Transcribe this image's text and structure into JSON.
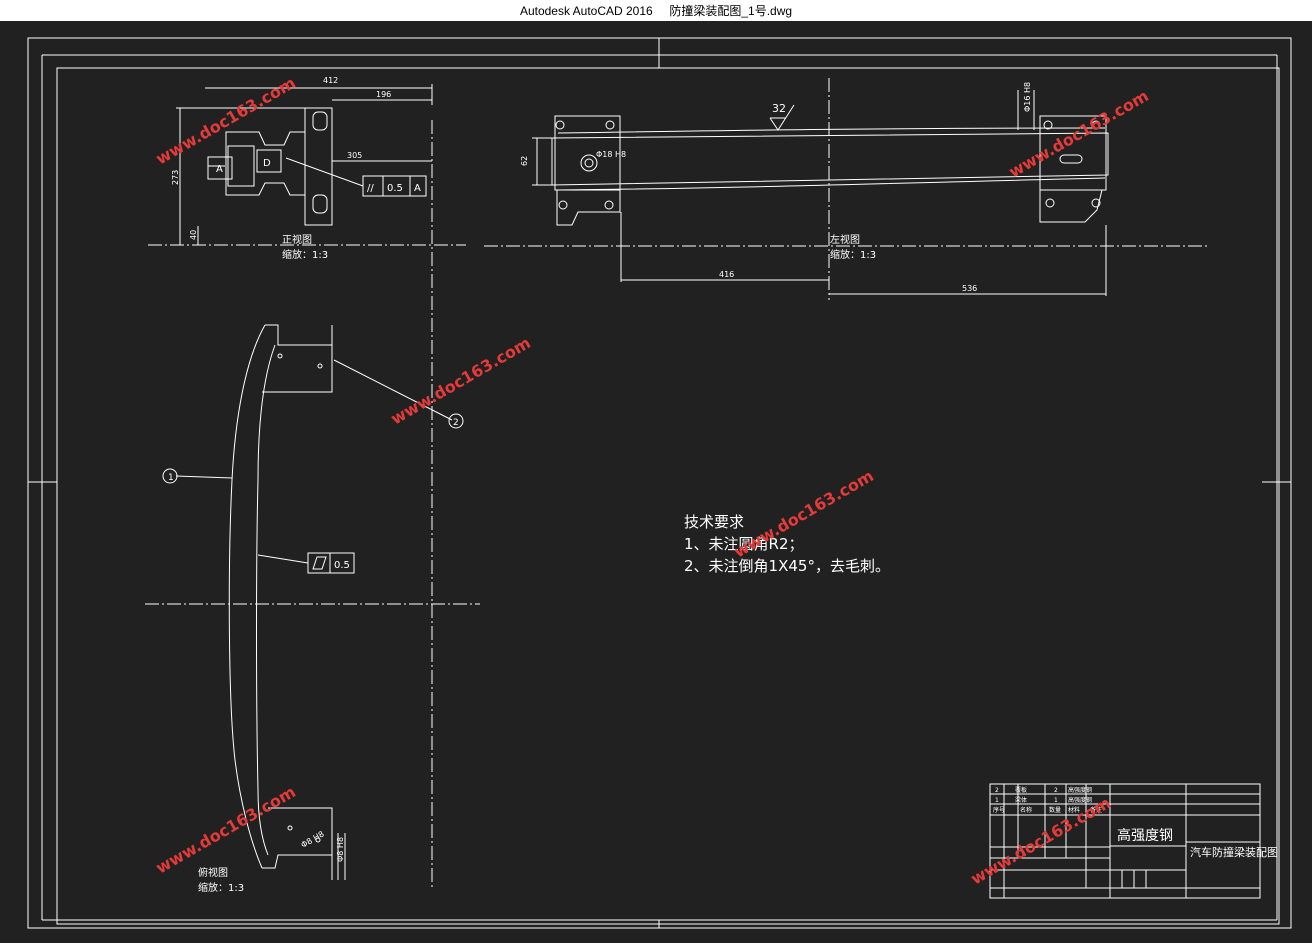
{
  "window": {
    "title": "Autodesk AutoCAD 2016     防撞梁装配图_1号.dwg"
  },
  "drawing": {
    "front_view": {
      "name": "正视图",
      "scale": "缩放：1:3",
      "dims": {
        "width_total": "412",
        "width_right": "196",
        "depth": "305",
        "height": "273",
        "offset": "40"
      },
      "datum_a": "A",
      "datum_d": "D",
      "tolerance": {
        "symbol": "//",
        "value": "0.5",
        "ref": "A"
      }
    },
    "left_view": {
      "name": "左视图",
      "scale": "缩放：1:3",
      "dims": {
        "height": "62",
        "left": "416",
        "right": "536",
        "hole_top": "Φ16 H8"
      },
      "hole": "Φ18 H8",
      "roughness": "32"
    },
    "top_view": {
      "name": "俯视图",
      "scale": "缩放：1:3",
      "hole": "Φ8 H8",
      "hole_dim": "Φ8 H8",
      "balloons": [
        "1",
        "2"
      ],
      "flatness": {
        "value": "0.5"
      }
    },
    "tech_requirements": {
      "title": "技术要求",
      "items": [
        "1、未注圆角R2；",
        "2、未注倒角1X45°，去毛刺。"
      ]
    },
    "title_block": {
      "material": "高强度钢",
      "drawing_title": "汽车防撞梁装配图",
      "rows": [
        [
          "2",
          "覆板",
          "2",
          "高强度钢",
          ""
        ],
        [
          "1",
          "梁体",
          "1",
          "高强度钢",
          ""
        ],
        [
          "序号",
          "名称",
          "数量",
          "材料",
          "备注"
        ]
      ]
    },
    "watermark": "www.doc163.com"
  },
  "colors": {
    "background": "#212121",
    "line": "#ffffff",
    "watermark": "#e33a3a"
  }
}
